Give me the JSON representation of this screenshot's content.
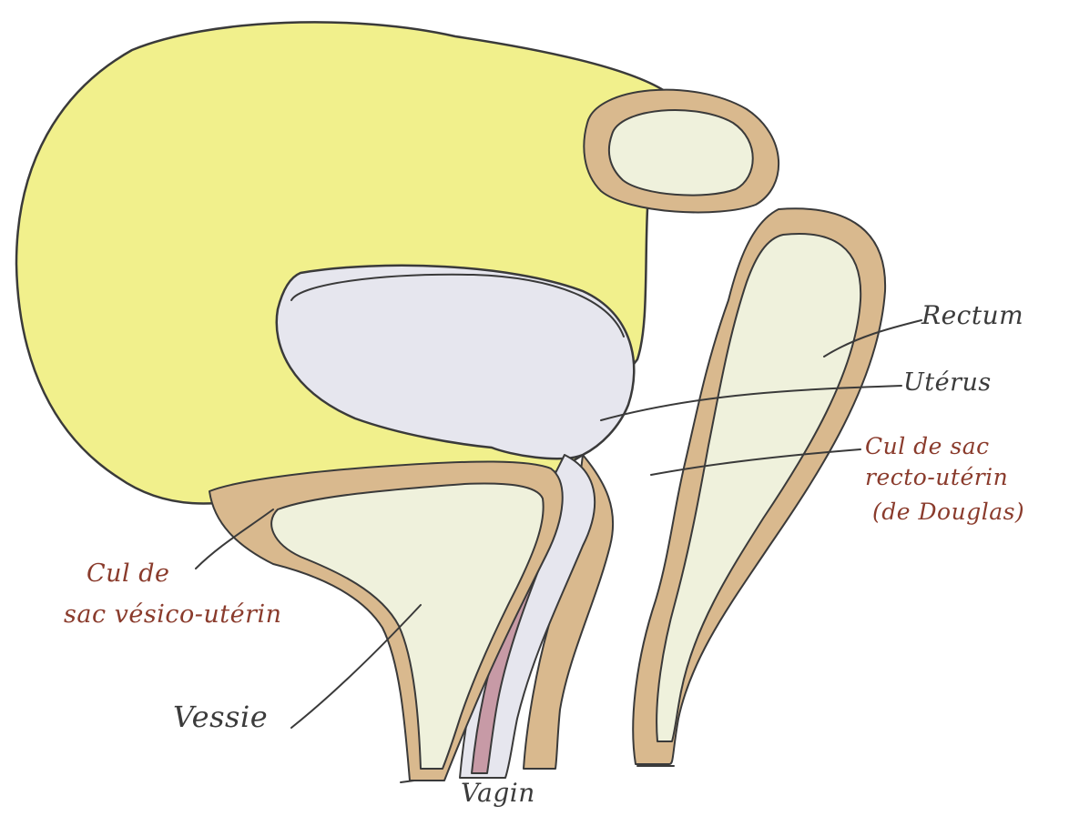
{
  "colors": {
    "peritoneum": "#f1f08c",
    "organ_wall": "#d9b98e",
    "organ_inner": "#eff1dc",
    "uterus_fill": "#e6e6ee",
    "vaginal_mucosa": "#c79aa6",
    "outline": "#3a3a3a",
    "label_dark": "#3b3b3b",
    "label_warm": "#8a3b2c"
  },
  "labels": {
    "rectum": "Rectum",
    "uterus": "Utérus",
    "douglas_line1": "Cul de sac",
    "douglas_line2": "recto-utérin",
    "douglas_line3": "(de Douglas)",
    "vesico_line1": "Cul de",
    "vesico_line2": "sac vésico-utérin",
    "bladder": "Vessie",
    "vagina": "Vagin"
  }
}
